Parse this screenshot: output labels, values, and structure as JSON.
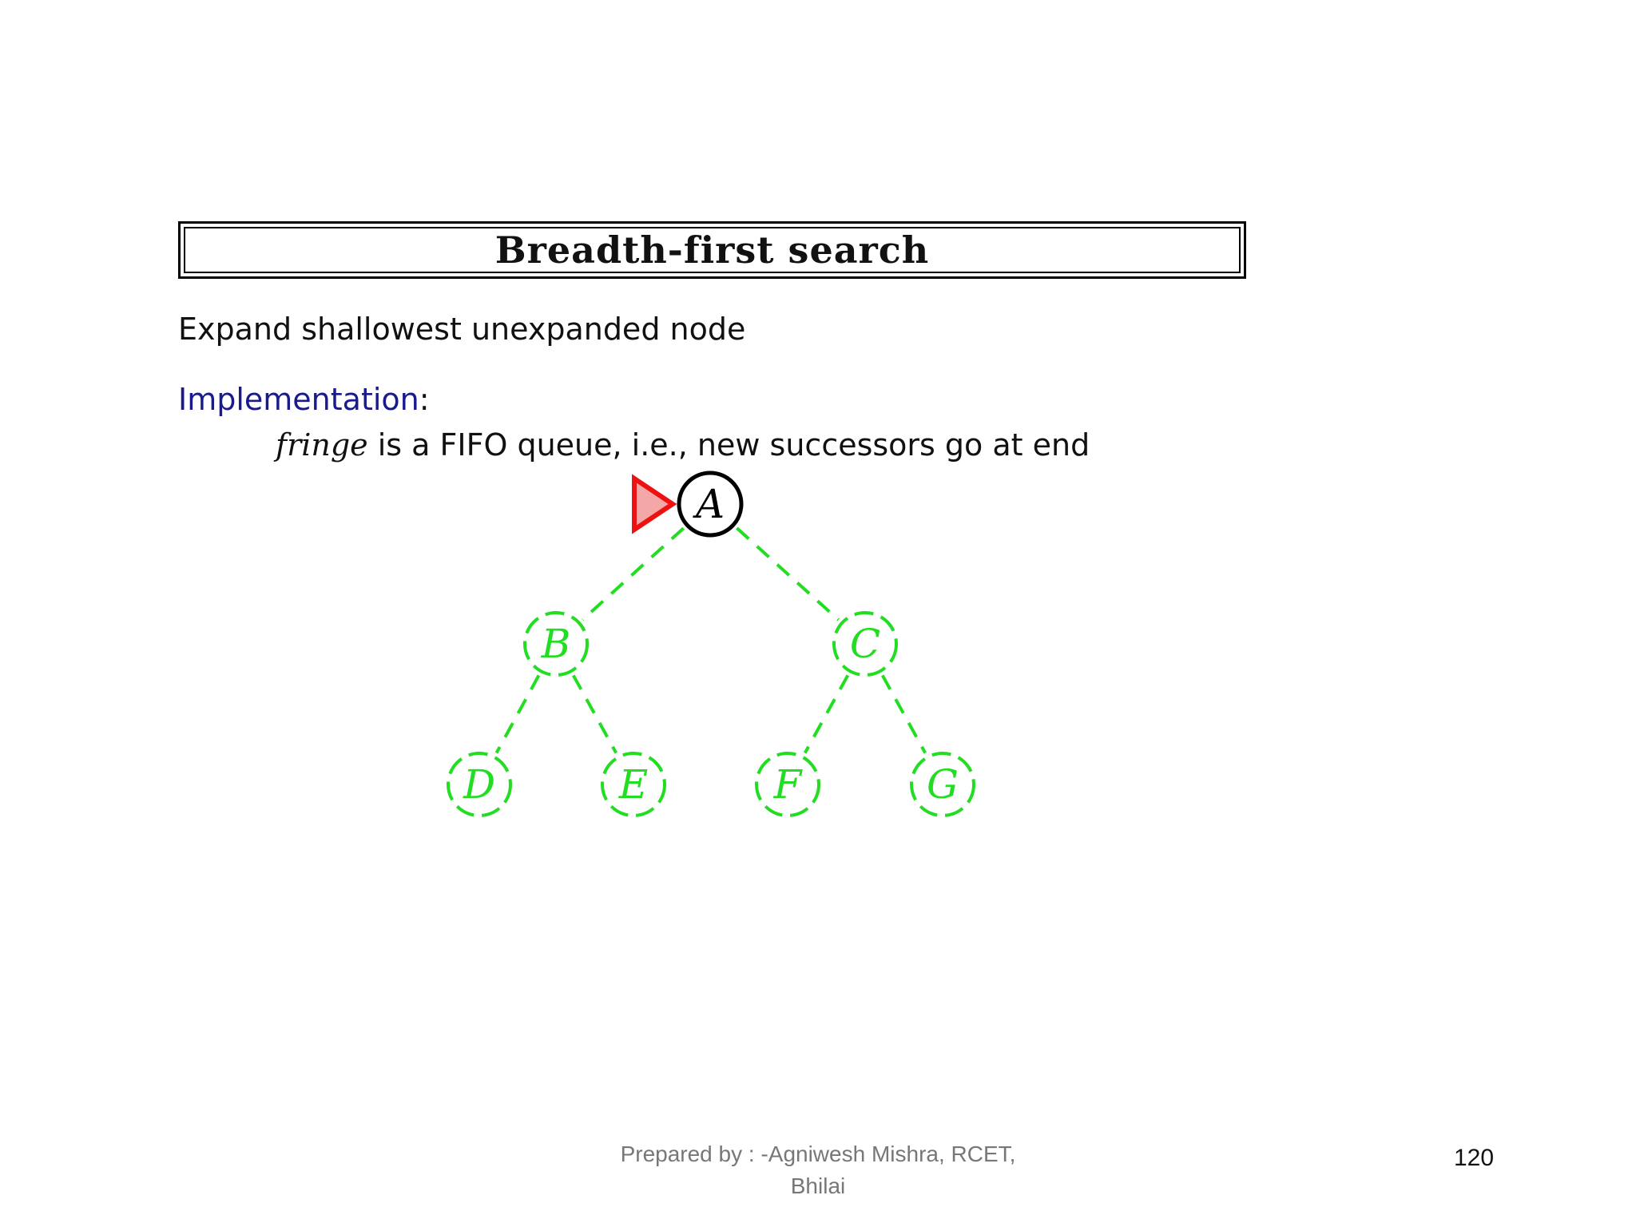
{
  "slide": {
    "title": "Breadth-first search",
    "line1": "Expand shallowest unexpanded node",
    "implementation_label": "Implementation",
    "implementation_colon": ":",
    "fringe_word": "fringe",
    "fringe_rest": " is a FIFO queue, i.e., new successors go at end",
    "footer_line1": "Prepared by : -Agniwesh Mishra, RCET,",
    "footer_line2": "Bhilai",
    "page_number": "120"
  },
  "tree": {
    "nodes": [
      {
        "id": "A",
        "label": "A",
        "state": "current"
      },
      {
        "id": "B",
        "label": "B",
        "state": "unexpanded"
      },
      {
        "id": "C",
        "label": "C",
        "state": "unexpanded"
      },
      {
        "id": "D",
        "label": "D",
        "state": "unexpanded"
      },
      {
        "id": "E",
        "label": "E",
        "state": "unexpanded"
      },
      {
        "id": "F",
        "label": "F",
        "state": "unexpanded"
      },
      {
        "id": "G",
        "label": "G",
        "state": "unexpanded"
      }
    ],
    "edges": [
      {
        "from": "A",
        "to": "B"
      },
      {
        "from": "A",
        "to": "C"
      },
      {
        "from": "B",
        "to": "D"
      },
      {
        "from": "B",
        "to": "E"
      },
      {
        "from": "C",
        "to": "F"
      },
      {
        "from": "C",
        "to": "G"
      }
    ],
    "marker_points_to": "A",
    "colors": {
      "current": "#000000",
      "unexpanded": "#22dd22",
      "marker_fill": "#f4a7a7",
      "marker_stroke": "#ee1111"
    }
  }
}
